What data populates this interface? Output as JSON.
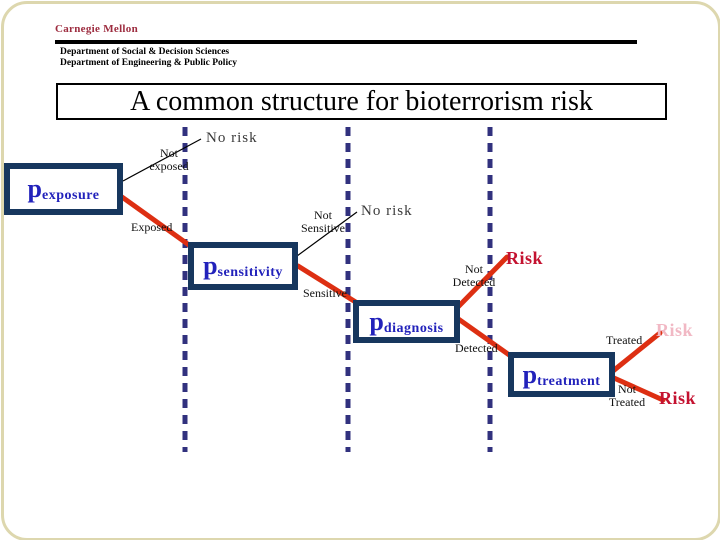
{
  "header": {
    "brand": "Carnegie Mellon",
    "dept_line1": "Department of Social & Decision Sciences",
    "dept_line2": "Department of Engineering & Public Policy",
    "title": "A common structure for bioterrorism risk"
  },
  "colors": {
    "brand_red": "#9d2c3f",
    "node_border_navy": "#17375e",
    "node_text_blue": "#2222bb",
    "branch_red": "#dd2f12",
    "risk_red": "#c41230",
    "risk_pale_pink": "#f1b8c4",
    "dashed_line_navy": "#31317e",
    "no_risk_gray": "#3a3a3a"
  },
  "tree": {
    "stages": [
      {
        "node_p": "p",
        "node_sub": "exposure",
        "up_label_line1": "Not",
        "up_label_line2": "exposed",
        "up_outcome": "No risk",
        "down_label": "Exposed"
      },
      {
        "node_p": "p",
        "node_sub": "sensitivity",
        "up_label_line1": "Not",
        "up_label_line2": "Sensitive",
        "up_outcome": "No risk",
        "down_label": "Sensitive"
      },
      {
        "node_p": "p",
        "node_sub": "diagnosis",
        "up_label_line1": "Not",
        "up_label_line2": "Detected",
        "up_outcome": "Risk",
        "down_label": "Detected"
      },
      {
        "node_p": "p",
        "node_sub": "treatment",
        "up_label": "Treated",
        "up_outcome": "Risk",
        "down_label_line1": "Not",
        "down_label_line2": "Treated",
        "down_outcome": "Risk"
      }
    ]
  }
}
